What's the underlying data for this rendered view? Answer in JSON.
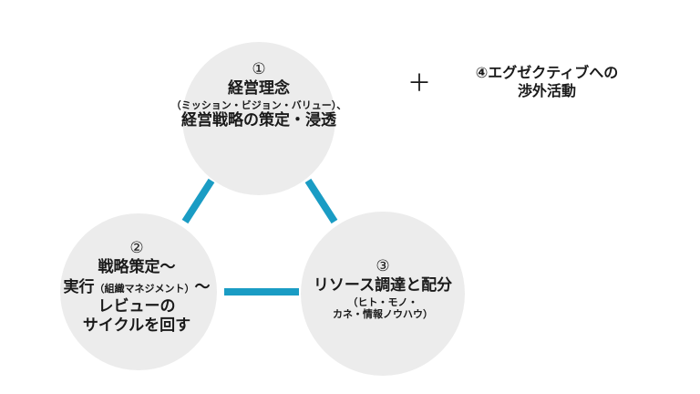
{
  "colors": {
    "circle": "#ececec",
    "connector": "#1a9cc4",
    "text": "#1a1a1a"
  },
  "node1": {
    "number": "①",
    "title": "経営理念",
    "sub": "（ミッション・ビジョン・バリュー）、",
    "title2": "経営戦略の策定・浸透"
  },
  "node2": {
    "number": "②",
    "line1": "戦略策定～",
    "line2a": "実行",
    "line2b": "（組織マネジメント）",
    "line2c": "～",
    "line3": "レビューの",
    "line4": "サイクルを回す"
  },
  "node3": {
    "number": "③",
    "title": "リソース調達と配分",
    "sub1": "（ヒト・モノ・",
    "sub2": "カネ・情報ノウハウ）"
  },
  "extra": {
    "plus": "＋",
    "line1": "④エグゼクティブへの",
    "line2": "渉外活動"
  }
}
